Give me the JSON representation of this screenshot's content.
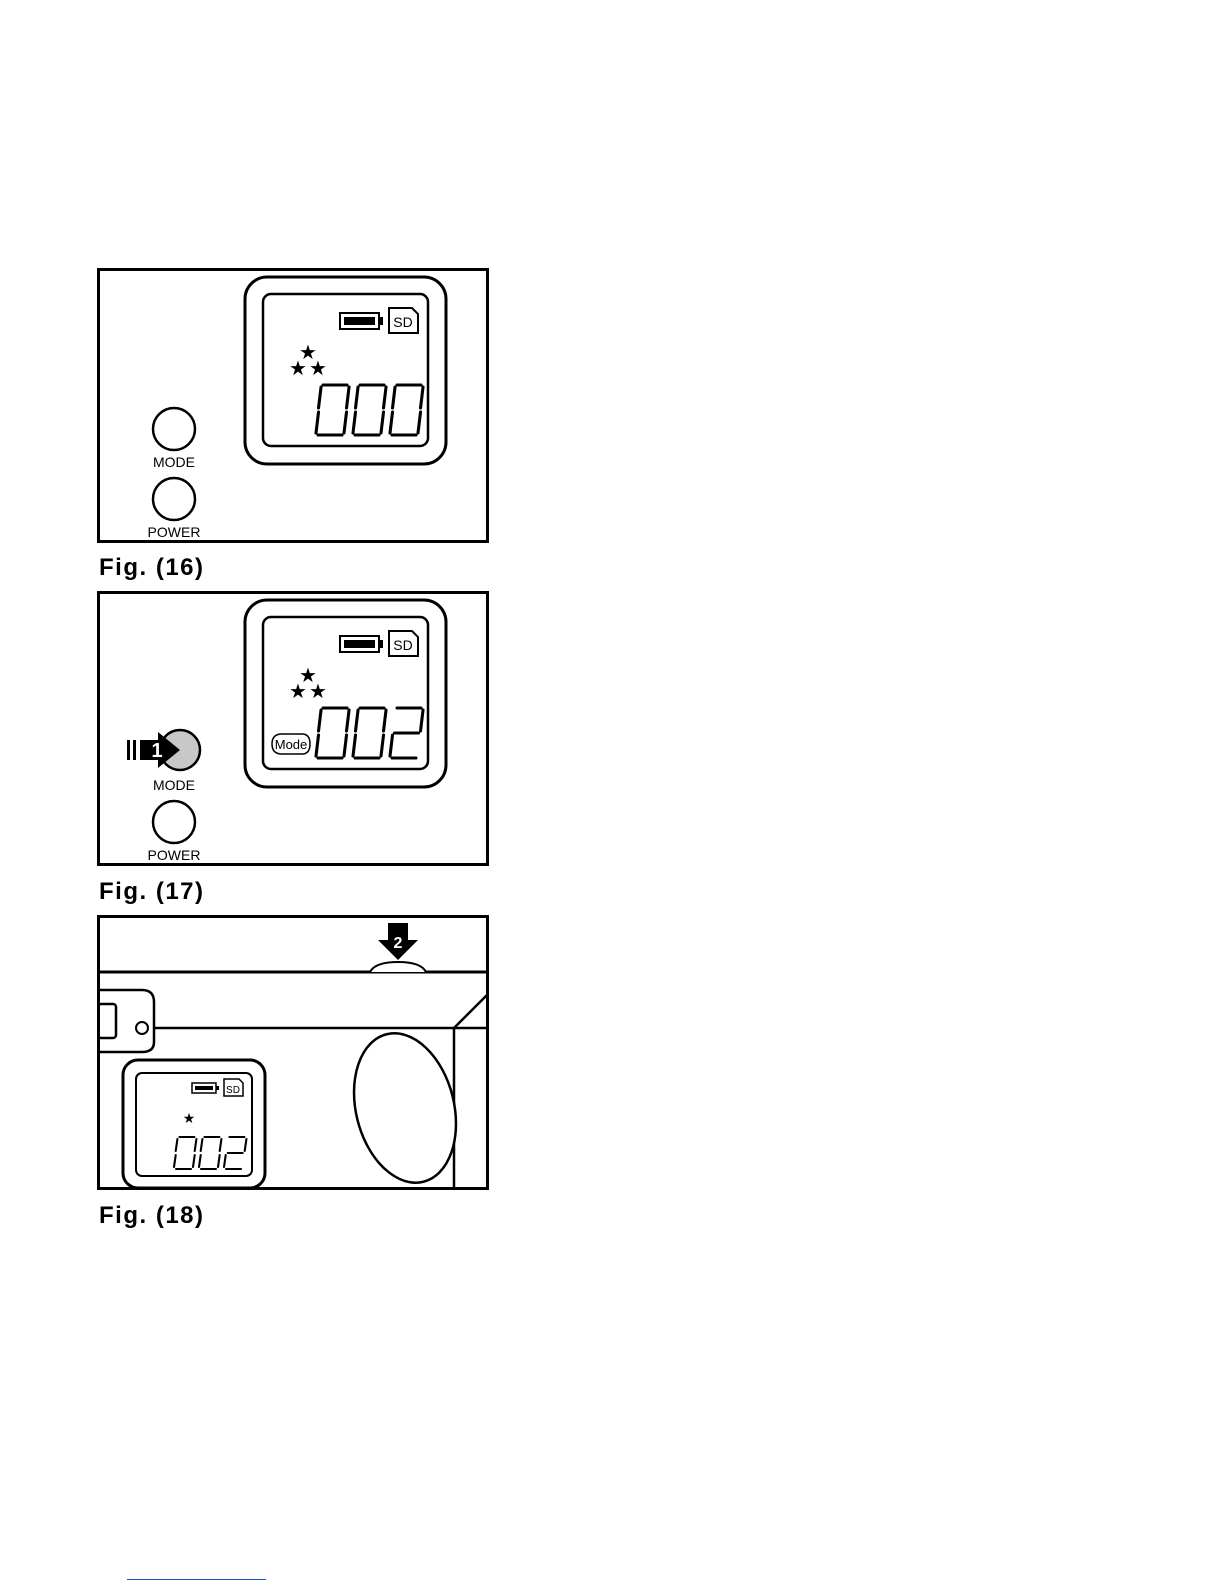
{
  "figures": [
    {
      "caption": "Fig. (16)",
      "lcd": {
        "counter": "000",
        "card_label": "SD",
        "quality_stars": 3,
        "mode_indicator": ""
      },
      "buttons": {
        "top_label": "MODE",
        "bottom_label": "POWER"
      }
    },
    {
      "caption": "Fig. (17)",
      "lcd": {
        "counter": "002",
        "card_label": "SD",
        "quality_stars": 3,
        "mode_indicator": "Mode"
      },
      "buttons": {
        "top_label": "MODE",
        "bottom_label": "POWER"
      },
      "callout": "1"
    },
    {
      "caption": "Fig. (18)",
      "lcd": {
        "counter": "002",
        "card_label": "SD",
        "quality_stars": 1
      },
      "callout": "2"
    }
  ]
}
